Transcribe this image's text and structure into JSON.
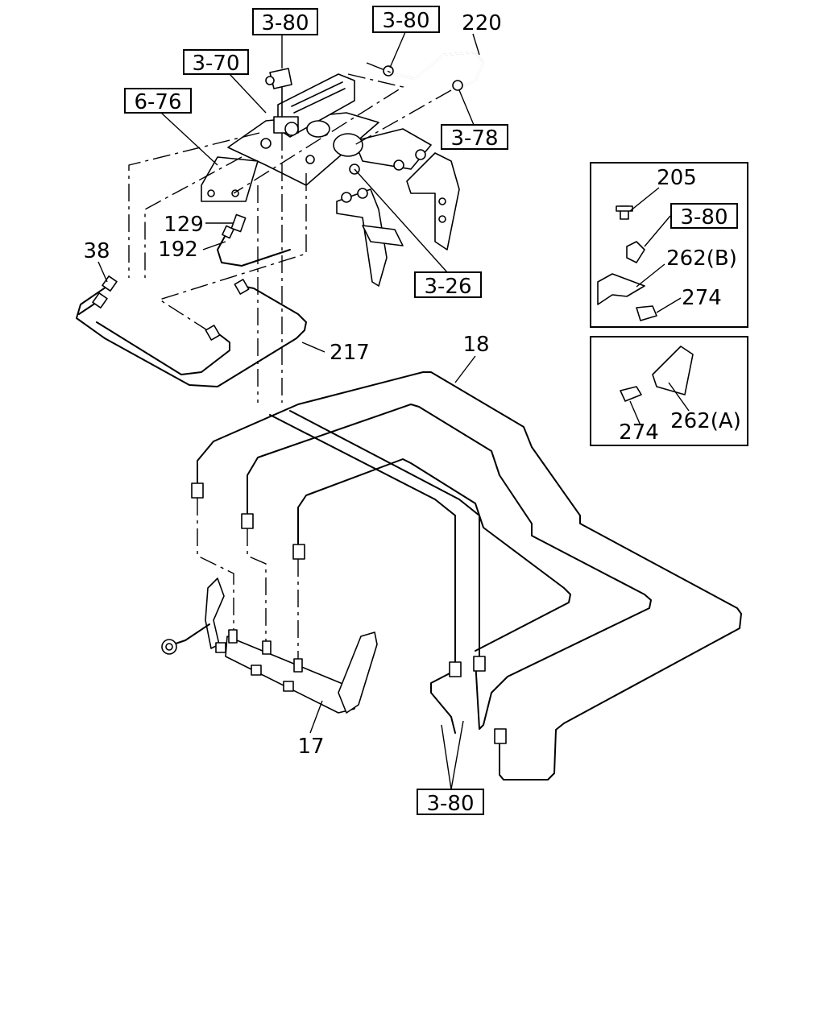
{
  "ref_labels": {
    "ref_top_valve": "3-80",
    "ref_valve_body": "3-70",
    "ref_bracket": "6-76",
    "ref_hose_end": "3-80",
    "ref_hose_clip": "3-78",
    "ref_pedal_bracket": "3-26",
    "ref_detail_b": "3-80",
    "ref_bottom": "3-80"
  },
  "part_numbers": {
    "p220": "220",
    "p129": "129",
    "p192": "192",
    "p38": "38",
    "p217": "217",
    "p18": "18",
    "p17": "17",
    "p205": "205",
    "p262b": "262(B)",
    "p274_b": "274",
    "p274_a": "274",
    "p262a": "262(A)"
  }
}
